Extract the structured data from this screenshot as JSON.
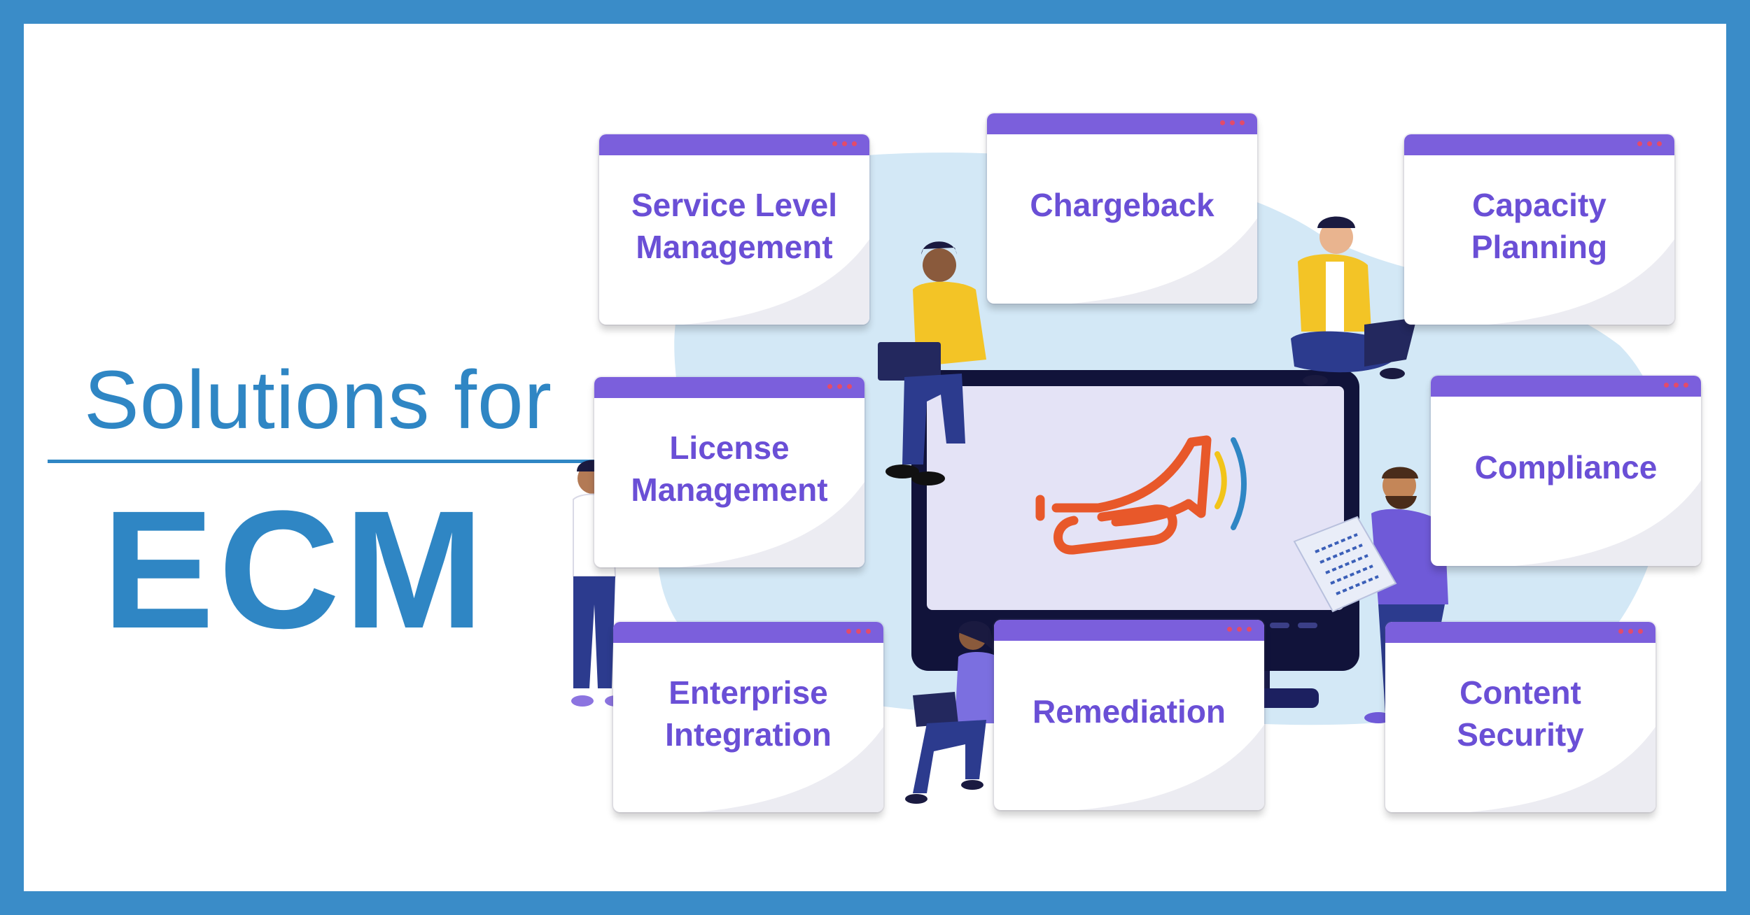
{
  "title": {
    "line1": "Solutions for",
    "line2": "ECM"
  },
  "cards": {
    "service_level": "Service Level\nManagement",
    "chargeback": "Chargeback",
    "capacity": "Capacity\nPlanning",
    "license": "License\nManagement",
    "compliance": "Compliance",
    "enterprise": "Enterprise\nIntegration",
    "remediation": "Remediation",
    "content_security": "Content\nSecurity"
  },
  "colors": {
    "frame": "#3a8cc8",
    "title": "#2f86c4",
    "card_bar": "#7b5fdc",
    "card_text": "#6a4fd6",
    "horn": "#e8582a"
  },
  "icons": {
    "center": "bugle-icon"
  }
}
